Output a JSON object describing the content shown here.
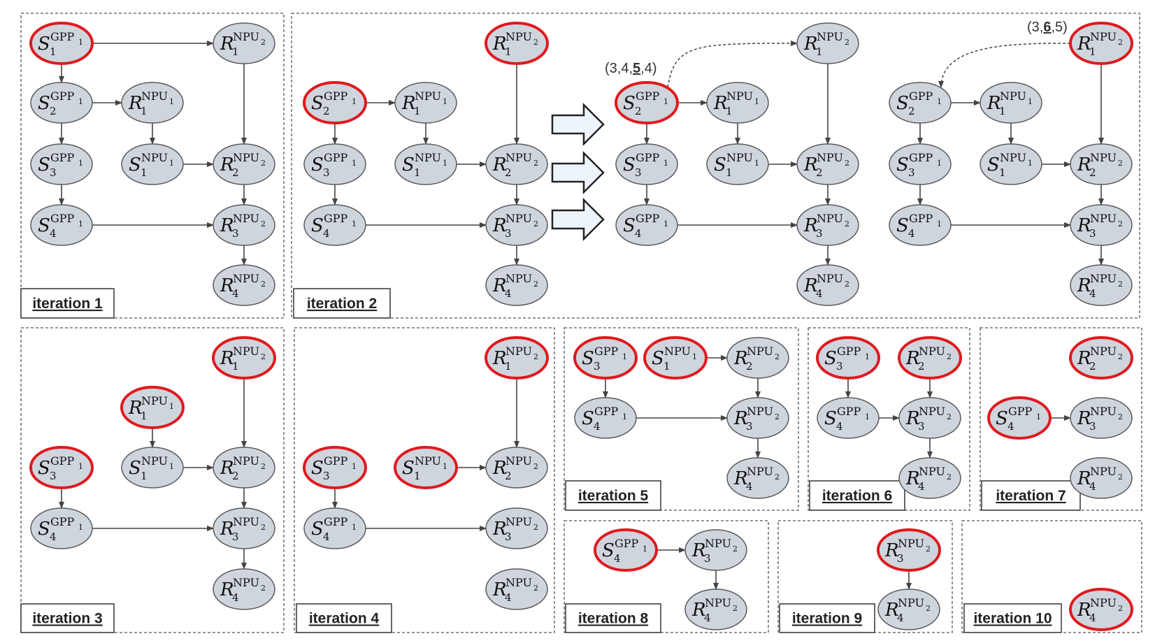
{
  "colors": {
    "node_fill": "#cfd5dd",
    "node_stroke": "#5a5a5a",
    "highlight": "#e0191e",
    "edge": "#444444",
    "panel_border": "#555555",
    "arrow_fill": "#eef4fc"
  },
  "panels": [
    {
      "label": "iteration 1"
    },
    {
      "label": "iteration 2"
    },
    {
      "label": "iteration 3"
    },
    {
      "label": "iteration 4"
    },
    {
      "label": "iteration 5"
    },
    {
      "label": "iteration 6"
    },
    {
      "label": "iteration 7"
    },
    {
      "label": "iteration 8"
    },
    {
      "label": "iteration 9"
    },
    {
      "label": "iteration 10"
    }
  ],
  "annotations": [
    {
      "prefix": "(3,4,",
      "bold": "5",
      "suffix": ",4)"
    },
    {
      "prefix": "(3,",
      "bold": "6",
      "suffix": ",5)"
    }
  ],
  "nodes": [
    {
      "id": "p1_S1",
      "letter": "S",
      "index": "1",
      "device": "GPP",
      "device_index": "1",
      "highlighted": true
    },
    {
      "id": "p1_R1",
      "letter": "R",
      "index": "1",
      "device": "NPU",
      "device_index": "2",
      "highlighted": false
    },
    {
      "id": "p1_S2",
      "letter": "S",
      "index": "2",
      "device": "GPP",
      "device_index": "1",
      "highlighted": false
    },
    {
      "id": "p1_Rn1",
      "letter": "R",
      "index": "1",
      "device": "NPU",
      "device_index": "1",
      "highlighted": false
    },
    {
      "id": "p1_S3",
      "letter": "S",
      "index": "3",
      "device": "GPP",
      "device_index": "1",
      "highlighted": false
    },
    {
      "id": "p1_Sn1",
      "letter": "S",
      "index": "1",
      "device": "NPU",
      "device_index": "1",
      "highlighted": false
    },
    {
      "id": "p1_R2",
      "letter": "R",
      "index": "2",
      "device": "NPU",
      "device_index": "2",
      "highlighted": false
    },
    {
      "id": "p1_S4",
      "letter": "S",
      "index": "4",
      "device": "GPP",
      "device_index": "1",
      "highlighted": false
    },
    {
      "id": "p1_R3",
      "letter": "R",
      "index": "3",
      "device": "NPU",
      "device_index": "2",
      "highlighted": false
    },
    {
      "id": "p1_R4",
      "letter": "R",
      "index": "4",
      "device": "NPU",
      "device_index": "2",
      "highlighted": false
    },
    {
      "id": "p2a_R1",
      "letter": "R",
      "index": "1",
      "device": "NPU",
      "device_index": "2",
      "highlighted": true
    },
    {
      "id": "p2a_S2",
      "letter": "S",
      "index": "2",
      "device": "GPP",
      "device_index": "1",
      "highlighted": true
    },
    {
      "id": "p2a_Rn1",
      "letter": "R",
      "index": "1",
      "device": "NPU",
      "device_index": "1",
      "highlighted": false
    },
    {
      "id": "p2a_S3",
      "letter": "S",
      "index": "3",
      "device": "GPP",
      "device_index": "1",
      "highlighted": false
    },
    {
      "id": "p2a_Sn1",
      "letter": "S",
      "index": "1",
      "device": "NPU",
      "device_index": "1",
      "highlighted": false
    },
    {
      "id": "p2a_R2",
      "letter": "R",
      "index": "2",
      "device": "NPU",
      "device_index": "2",
      "highlighted": false
    },
    {
      "id": "p2a_S4",
      "letter": "S",
      "index": "4",
      "device": "GPP",
      "device_index": "1",
      "highlighted": false
    },
    {
      "id": "p2a_R3",
      "letter": "R",
      "index": "3",
      "device": "NPU",
      "device_index": "2",
      "highlighted": false
    },
    {
      "id": "p2a_R4",
      "letter": "R",
      "index": "4",
      "device": "NPU",
      "device_index": "2",
      "highlighted": false
    },
    {
      "id": "p2b_R1",
      "letter": "R",
      "index": "1",
      "device": "NPU",
      "device_index": "2",
      "highlighted": false
    },
    {
      "id": "p2b_S2",
      "letter": "S",
      "index": "2",
      "device": "GPP",
      "device_index": "1",
      "highlighted": true
    },
    {
      "id": "p2b_Rn1",
      "letter": "R",
      "index": "1",
      "device": "NPU",
      "device_index": "1",
      "highlighted": false
    },
    {
      "id": "p2b_S3",
      "letter": "S",
      "index": "3",
      "device": "GPP",
      "device_index": "1",
      "highlighted": false
    },
    {
      "id": "p2b_Sn1",
      "letter": "S",
      "index": "1",
      "device": "NPU",
      "device_index": "1",
      "highlighted": false
    },
    {
      "id": "p2b_R2",
      "letter": "R",
      "index": "2",
      "device": "NPU",
      "device_index": "2",
      "highlighted": false
    },
    {
      "id": "p2b_S4",
      "letter": "S",
      "index": "4",
      "device": "GPP",
      "device_index": "1",
      "highlighted": false
    },
    {
      "id": "p2b_R3",
      "letter": "R",
      "index": "3",
      "device": "NPU",
      "device_index": "2",
      "highlighted": false
    },
    {
      "id": "p2b_R4",
      "letter": "R",
      "index": "4",
      "device": "NPU",
      "device_index": "2",
      "highlighted": false
    },
    {
      "id": "p2c_R1",
      "letter": "R",
      "index": "1",
      "device": "NPU",
      "device_index": "2",
      "highlighted": true
    },
    {
      "id": "p2c_S2",
      "letter": "S",
      "index": "2",
      "device": "GPP",
      "device_index": "1",
      "highlighted": false
    },
    {
      "id": "p2c_Rn1",
      "letter": "R",
      "index": "1",
      "device": "NPU",
      "device_index": "1",
      "highlighted": false
    },
    {
      "id": "p2c_S3",
      "letter": "S",
      "index": "3",
      "device": "GPP",
      "device_index": "1",
      "highlighted": false
    },
    {
      "id": "p2c_Sn1",
      "letter": "S",
      "index": "1",
      "device": "NPU",
      "device_index": "1",
      "highlighted": false
    },
    {
      "id": "p2c_R2",
      "letter": "R",
      "index": "2",
      "device": "NPU",
      "device_index": "2",
      "highlighted": false
    },
    {
      "id": "p2c_S4",
      "letter": "S",
      "index": "4",
      "device": "GPP",
      "device_index": "1",
      "highlighted": false
    },
    {
      "id": "p2c_R3",
      "letter": "R",
      "index": "3",
      "device": "NPU",
      "device_index": "2",
      "highlighted": false
    },
    {
      "id": "p2c_R4",
      "letter": "R",
      "index": "4",
      "device": "NPU",
      "device_index": "2",
      "highlighted": false
    },
    {
      "id": "p3_R1",
      "letter": "R",
      "index": "1",
      "device": "NPU",
      "device_index": "2",
      "highlighted": true
    },
    {
      "id": "p3_Rn1",
      "letter": "R",
      "index": "1",
      "device": "NPU",
      "device_index": "1",
      "highlighted": true
    },
    {
      "id": "p3_S3",
      "letter": "S",
      "index": "3",
      "device": "GPP",
      "device_index": "1",
      "highlighted": true
    },
    {
      "id": "p3_Sn1",
      "letter": "S",
      "index": "1",
      "device": "NPU",
      "device_index": "1",
      "highlighted": false
    },
    {
      "id": "p3_R2",
      "letter": "R",
      "index": "2",
      "device": "NPU",
      "device_index": "2",
      "highlighted": false
    },
    {
      "id": "p3_S4",
      "letter": "S",
      "index": "4",
      "device": "GPP",
      "device_index": "1",
      "highlighted": false
    },
    {
      "id": "p3_R3",
      "letter": "R",
      "index": "3",
      "device": "NPU",
      "device_index": "2",
      "highlighted": false
    },
    {
      "id": "p3_R4",
      "letter": "R",
      "index": "4",
      "device": "NPU",
      "device_index": "2",
      "highlighted": false
    },
    {
      "id": "p4_R1",
      "letter": "R",
      "index": "1",
      "device": "NPU",
      "device_index": "2",
      "highlighted": true
    },
    {
      "id": "p4_S3",
      "letter": "S",
      "index": "3",
      "device": "GPP",
      "device_index": "1",
      "highlighted": true
    },
    {
      "id": "p4_Sn1",
      "letter": "S",
      "index": "1",
      "device": "NPU",
      "device_index": "1",
      "highlighted": true
    },
    {
      "id": "p4_R2",
      "letter": "R",
      "index": "2",
      "device": "NPU",
      "device_index": "2",
      "highlighted": false
    },
    {
      "id": "p4_S4",
      "letter": "S",
      "index": "4",
      "device": "GPP",
      "device_index": "1",
      "highlighted": false
    },
    {
      "id": "p4_R3",
      "letter": "R",
      "index": "3",
      "device": "NPU",
      "device_index": "2",
      "highlighted": false
    },
    {
      "id": "p4_R4",
      "letter": "R",
      "index": "4",
      "device": "NPU",
      "device_index": "2",
      "highlighted": false
    },
    {
      "id": "p5_S3",
      "letter": "S",
      "index": "3",
      "device": "GPP",
      "device_index": "1",
      "highlighted": true
    },
    {
      "id": "p5_Sn1",
      "letter": "S",
      "index": "1",
      "device": "NPU",
      "device_index": "1",
      "highlighted": true
    },
    {
      "id": "p5_R2",
      "letter": "R",
      "index": "2",
      "device": "NPU",
      "device_index": "2",
      "highlighted": false
    },
    {
      "id": "p5_S4",
      "letter": "S",
      "index": "4",
      "device": "GPP",
      "device_index": "1",
      "highlighted": false
    },
    {
      "id": "p5_R3",
      "letter": "R",
      "index": "3",
      "device": "NPU",
      "device_index": "2",
      "highlighted": false
    },
    {
      "id": "p5_R4",
      "letter": "R",
      "index": "4",
      "device": "NPU",
      "device_index": "2",
      "highlighted": false
    },
    {
      "id": "p6_S3",
      "letter": "S",
      "index": "3",
      "device": "GPP",
      "device_index": "1",
      "highlighted": true
    },
    {
      "id": "p6_R2",
      "letter": "R",
      "index": "2",
      "device": "NPU",
      "device_index": "2",
      "highlighted": true
    },
    {
      "id": "p6_S4",
      "letter": "S",
      "index": "4",
      "device": "GPP",
      "device_index": "1",
      "highlighted": false
    },
    {
      "id": "p6_R3",
      "letter": "R",
      "index": "3",
      "device": "NPU",
      "device_index": "2",
      "highlighted": false
    },
    {
      "id": "p6_R4",
      "letter": "R",
      "index": "4",
      "device": "NPU",
      "device_index": "2",
      "highlighted": false
    },
    {
      "id": "p7_R2",
      "letter": "R",
      "index": "2",
      "device": "NPU",
      "device_index": "2",
      "highlighted": true
    },
    {
      "id": "p7_S4",
      "letter": "S",
      "index": "4",
      "device": "GPP",
      "device_index": "1",
      "highlighted": true
    },
    {
      "id": "p7_R3",
      "letter": "R",
      "index": "3",
      "device": "NPU",
      "device_index": "2",
      "highlighted": false
    },
    {
      "id": "p7_R4",
      "letter": "R",
      "index": "4",
      "device": "NPU",
      "device_index": "2",
      "highlighted": false
    },
    {
      "id": "p8_S4",
      "letter": "S",
      "index": "4",
      "device": "GPP",
      "device_index": "1",
      "highlighted": true
    },
    {
      "id": "p8_R3",
      "letter": "R",
      "index": "3",
      "device": "NPU",
      "device_index": "2",
      "highlighted": false
    },
    {
      "id": "p8_R4",
      "letter": "R",
      "index": "4",
      "device": "NPU",
      "device_index": "2",
      "highlighted": false
    },
    {
      "id": "p9_R3",
      "letter": "R",
      "index": "3",
      "device": "NPU",
      "device_index": "2",
      "highlighted": true
    },
    {
      "id": "p9_R4",
      "letter": "R",
      "index": "4",
      "device": "NPU",
      "device_index": "2",
      "highlighted": false
    },
    {
      "id": "p10_R4",
      "letter": "R",
      "index": "4",
      "device": "NPU",
      "device_index": "2",
      "highlighted": true
    }
  ],
  "edges": [
    {
      "from": "p1_S1",
      "to": "p1_R1"
    },
    {
      "from": "p1_S1",
      "to": "p1_S2"
    },
    {
      "from": "p1_S2",
      "to": "p1_Rn1"
    },
    {
      "from": "p1_S2",
      "to": "p1_S3"
    },
    {
      "from": "p1_Rn1",
      "to": "p1_Sn1"
    },
    {
      "from": "p1_Sn1",
      "to": "p1_R2"
    },
    {
      "from": "p1_R1",
      "to": "p1_R2"
    },
    {
      "from": "p1_S3",
      "to": "p1_S4"
    },
    {
      "from": "p1_R2",
      "to": "p1_R3"
    },
    {
      "from": "p1_S4",
      "to": "p1_R3"
    },
    {
      "from": "p1_R3",
      "to": "p1_R4"
    },
    {
      "from": "p2a_S2",
      "to": "p2a_Rn1"
    },
    {
      "from": "p2a_S2",
      "to": "p2a_S3"
    },
    {
      "from": "p2a_Rn1",
      "to": "p2a_Sn1"
    },
    {
      "from": "p2a_Sn1",
      "to": "p2a_R2"
    },
    {
      "from": "p2a_R1",
      "to": "p2a_R2"
    },
    {
      "from": "p2a_S3",
      "to": "p2a_S4"
    },
    {
      "from": "p2a_R2",
      "to": "p2a_R3"
    },
    {
      "from": "p2a_S4",
      "to": "p2a_R3"
    },
    {
      "from": "p2a_R3",
      "to": "p2a_R4"
    },
    {
      "from": "p2b_S2",
      "to": "p2b_Rn1"
    },
    {
      "from": "p2b_S2",
      "to": "p2b_S3"
    },
    {
      "from": "p2b_Rn1",
      "to": "p2b_Sn1"
    },
    {
      "from": "p2b_Sn1",
      "to": "p2b_R2"
    },
    {
      "from": "p2b_R1",
      "to": "p2b_R2"
    },
    {
      "from": "p2b_S3",
      "to": "p2b_S4"
    },
    {
      "from": "p2b_R2",
      "to": "p2b_R3"
    },
    {
      "from": "p2b_S4",
      "to": "p2b_R3"
    },
    {
      "from": "p2b_R3",
      "to": "p2b_R4"
    },
    {
      "from": "p2c_S2",
      "to": "p2c_Rn1"
    },
    {
      "from": "p2c_S2",
      "to": "p2c_S3"
    },
    {
      "from": "p2c_Rn1",
      "to": "p2c_Sn1"
    },
    {
      "from": "p2c_Sn1",
      "to": "p2c_R2"
    },
    {
      "from": "p2c_R1",
      "to": "p2c_R2"
    },
    {
      "from": "p2c_S3",
      "to": "p2c_S4"
    },
    {
      "from": "p2c_R2",
      "to": "p2c_R3"
    },
    {
      "from": "p2c_S4",
      "to": "p2c_R3"
    },
    {
      "from": "p2c_R3",
      "to": "p2c_R4"
    },
    {
      "from": "p3_Rn1",
      "to": "p3_Sn1"
    },
    {
      "from": "p3_Sn1",
      "to": "p3_R2"
    },
    {
      "from": "p3_R1",
      "to": "p3_R2"
    },
    {
      "from": "p3_S3",
      "to": "p3_S4"
    },
    {
      "from": "p3_R2",
      "to": "p3_R3"
    },
    {
      "from": "p3_S4",
      "to": "p3_R3"
    },
    {
      "from": "p3_R3",
      "to": "p3_R4"
    },
    {
      "from": "p4_Sn1",
      "to": "p4_R2"
    },
    {
      "from": "p4_R1",
      "to": "p4_R2"
    },
    {
      "from": "p4_S3",
      "to": "p4_S4"
    },
    {
      "from": "p4_S4",
      "to": "p4_R3"
    },
    {
      "from": "p5_Sn1",
      "to": "p5_R2"
    },
    {
      "from": "p5_S3",
      "to": "p5_S4"
    },
    {
      "from": "p5_S4",
      "to": "p5_R3"
    },
    {
      "from": "p5_R2",
      "to": "p5_R3"
    },
    {
      "from": "p5_R3",
      "to": "p5_R4"
    },
    {
      "from": "p6_S3",
      "to": "p6_S4"
    },
    {
      "from": "p6_S4",
      "to": "p6_R3"
    },
    {
      "from": "p6_R2",
      "to": "p6_R3"
    },
    {
      "from": "p6_R3",
      "to": "p6_R4"
    },
    {
      "from": "p7_S4",
      "to": "p7_R3"
    },
    {
      "from": "p8_S4",
      "to": "p8_R3"
    },
    {
      "from": "p8_R3",
      "to": "p8_R4"
    },
    {
      "from": "p9_R3",
      "to": "p9_R4"
    }
  ],
  "dashed_edges": [
    {
      "from": "p2b_S2",
      "to": "p2b_R1"
    },
    {
      "from": "p2c_R1",
      "to": "p2c_S2"
    }
  ]
}
